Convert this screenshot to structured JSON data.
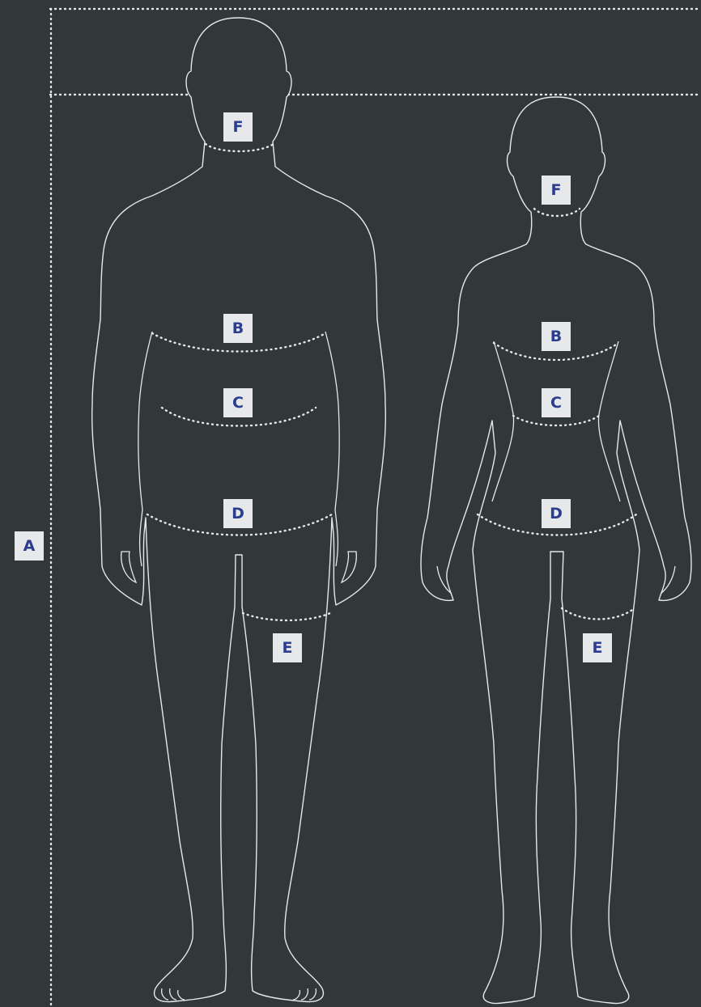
{
  "colors": {
    "background": "#323739",
    "outline": "#e6e8ea",
    "label_bg": "#e7e8ea",
    "label_text": "#2a3d8f"
  },
  "labels": {
    "height": "A",
    "chest": "B",
    "waist": "C",
    "hips": "D",
    "thigh": "E",
    "neck": "F"
  }
}
